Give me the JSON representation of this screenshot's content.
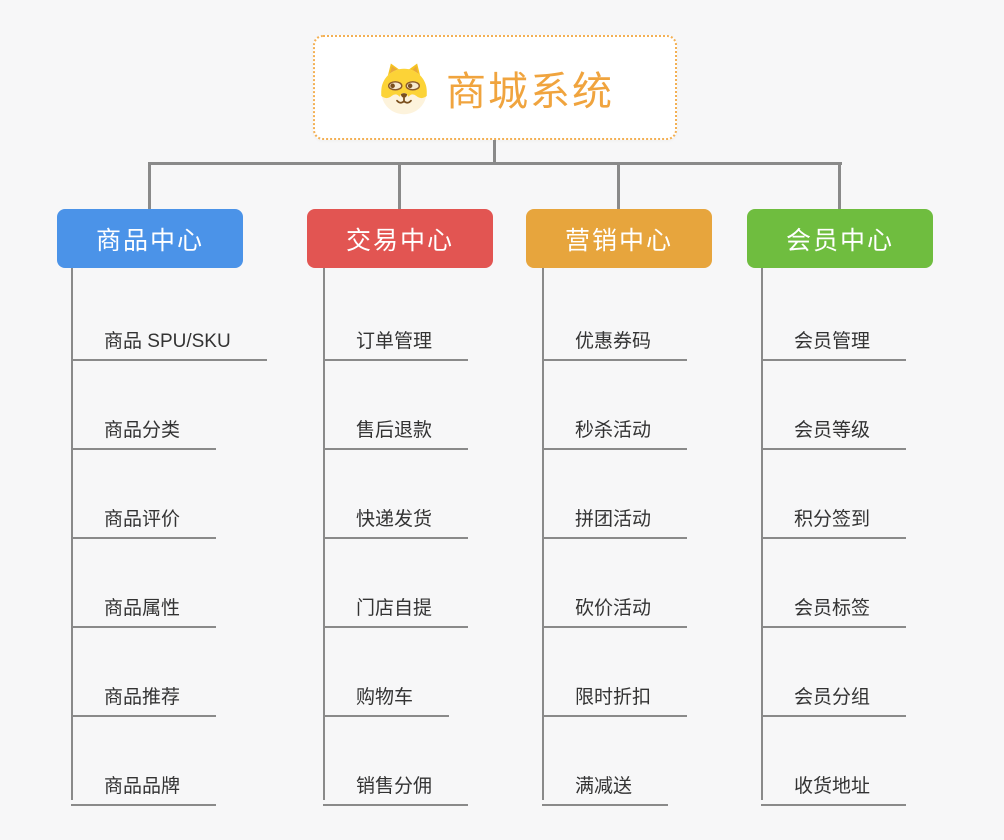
{
  "canvas": {
    "background": "#f7f7f8",
    "connector_color": "#8a8a8a"
  },
  "root": {
    "title": "商城系统",
    "icon": "dog-face-icon",
    "text_color": "#f0a43e",
    "border_color": "#f3b054"
  },
  "branches": [
    {
      "label": "商品中心",
      "color": "#4b93e8",
      "children": [
        "商品 SPU/SKU",
        "商品分类",
        "商品评价",
        "商品属性",
        "商品推荐",
        "商品品牌"
      ]
    },
    {
      "label": "交易中心",
      "color": "#e25552",
      "children": [
        "订单管理",
        "售后退款",
        "快递发货",
        "门店自提",
        "购物车",
        "销售分佣"
      ]
    },
    {
      "label": "营销中心",
      "color": "#e7a53d",
      "children": [
        "优惠券码",
        "秒杀活动",
        "拼团活动",
        "砍价活动",
        "限时折扣",
        "满减送"
      ]
    },
    {
      "label": "会员中心",
      "color": "#6fbd3f",
      "children": [
        "会员管理",
        "会员等级",
        "积分签到",
        "会员标签",
        "会员分组",
        "收货地址"
      ]
    }
  ]
}
